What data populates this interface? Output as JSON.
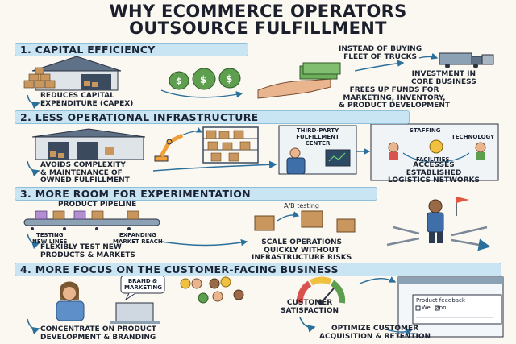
{
  "title": {
    "line1": "WHY ECOMMERCE OPERATORS",
    "line2": "OUTSOURCE FULFILLMENT"
  },
  "sections": [
    {
      "heading": "1. CAPITAL EFFICIENCY",
      "captions": {
        "reduces": [
          "REDUCES CAPITAL",
          "EXPENDITURE (CapEx)"
        ],
        "instead": [
          "INSTEAD OF BUYING",
          "FLEET OF TRUCKS"
        ],
        "investment": [
          "INVESTMENT IN",
          "CORE BUSINESS"
        ],
        "frees": [
          "FREES UP FUNDS FOR",
          "MARKETING, INVENTORY,",
          "& PRODUCT DEVELOPMENT"
        ]
      }
    },
    {
      "heading": "2. LESS OPERATIONAL INFRASTRUCTURE",
      "captions": {
        "avoids": [
          "AVOIDS COMPLEXITY",
          "& MAINTENANCE OF",
          "OWNED FULFILLMENT"
        ],
        "center": [
          "THIRD-PARTY",
          "FULFILLMENT",
          "CENTER"
        ],
        "staffing": "STAFFING",
        "technology": "TECHNOLOGY",
        "facilities": "FACILITIES",
        "access": [
          "ACCESSES",
          "ESTABLISHED",
          "LOGISTICS NETWORKS"
        ]
      }
    },
    {
      "heading": "3. MORE ROOM FOR EXPERIMENTATION",
      "captions": {
        "pipeline": "PRODUCT PIPELINE",
        "testing": [
          "TESTING",
          "NEW LINES"
        ],
        "expanding": [
          "EXPANDING",
          "MARKET REACH"
        ],
        "flex": [
          "FLEXIBLY TEST NEW",
          "PRODUCTS & MARKETS"
        ],
        "ab": "A/B testing",
        "scale": [
          "SCALE OPERATIONS",
          "QUICKLY WITHOUT",
          "INFRASTRUCTURE RISKS"
        ]
      }
    },
    {
      "heading": "4. MORE FOCUS ON THE CUSTOMER-FACING BUSINESS",
      "captions": {
        "brand": [
          "BRAND &",
          "MARKETING"
        ],
        "concentrate": [
          "CONCENTRATE ON PRODUCT",
          "DEVELOPMENT & BRANDING"
        ],
        "satisfaction": [
          "CUSTOMER",
          "SATISFACTION"
        ],
        "feedback": "Product feedback",
        "feedback_opts": "We   aon",
        "optimize": [
          "OPTIMIZE CUSTOMER",
          "ACQUISITION & RETENTION"
        ]
      }
    }
  ],
  "colors": {
    "banner": "#c9e4f3",
    "money": "#5e9e4f",
    "box": "#c9975e",
    "roof": "#5f7186"
  }
}
